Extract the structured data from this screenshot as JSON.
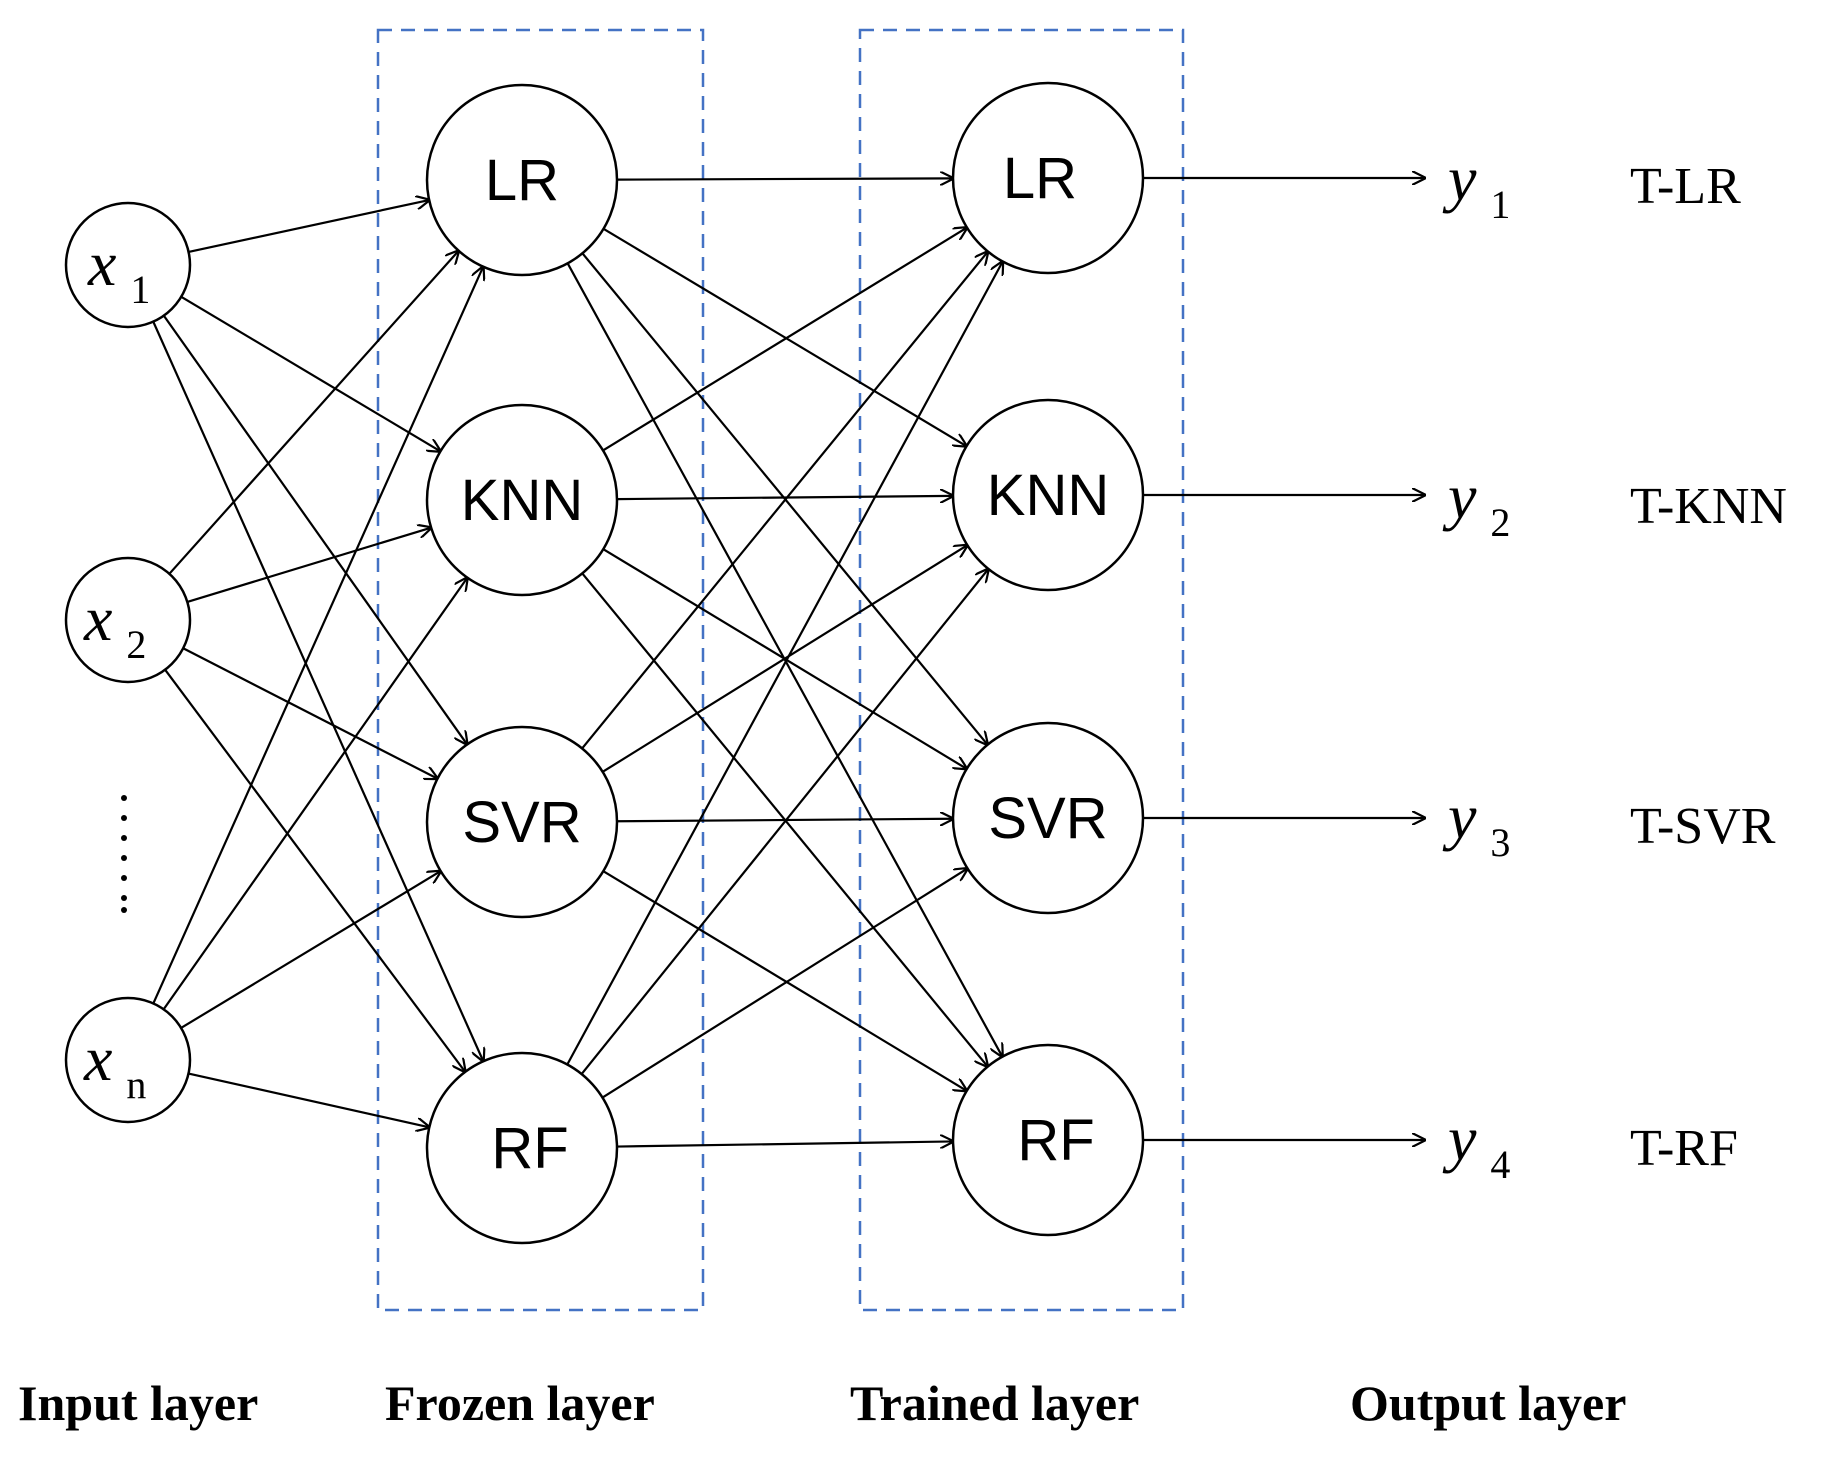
{
  "inputs": [
    {
      "letter": "x",
      "sub": "1"
    },
    {
      "letter": "x",
      "sub": "2"
    },
    {
      "letter": "x",
      "sub": "n"
    }
  ],
  "frozen_nodes": [
    "LR",
    "KNN",
    "SVR",
    "RF"
  ],
  "trained_nodes": [
    "LR",
    "KNN",
    "SVR",
    "RF"
  ],
  "outputs": [
    {
      "letter": "y",
      "sub": "1",
      "name": "T-LR"
    },
    {
      "letter": "y",
      "sub": "2",
      "name": "T-KNN"
    },
    {
      "letter": "y",
      "sub": "3",
      "name": "T-SVR"
    },
    {
      "letter": "y",
      "sub": "4",
      "name": "T-RF"
    }
  ],
  "layer_titles": {
    "input": "Input layer",
    "frozen": "Frozen layer",
    "trained": "Trained layer",
    "output": "Output layer"
  },
  "colors": {
    "box_border": "#4472c4",
    "line": "#000000"
  }
}
